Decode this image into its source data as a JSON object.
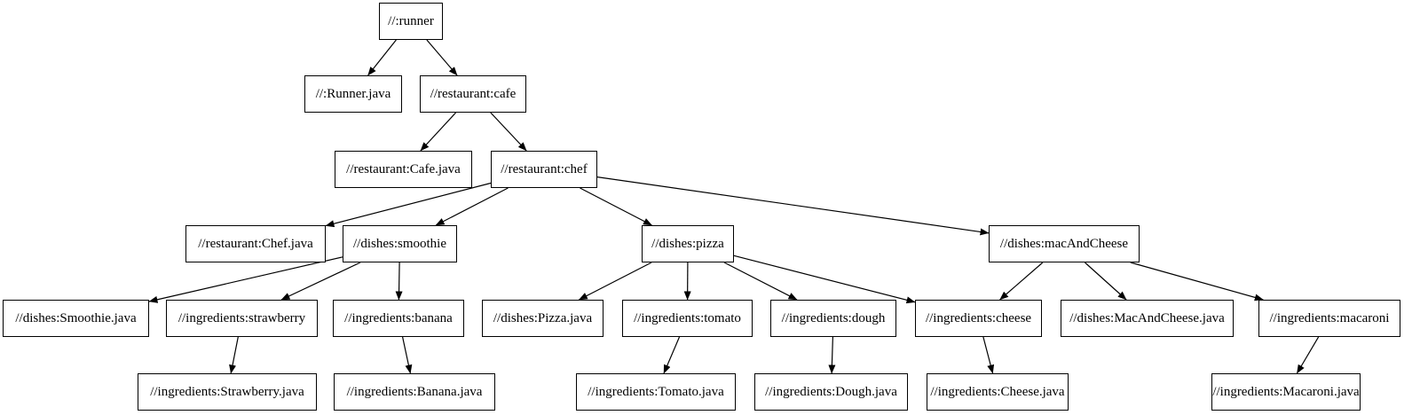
{
  "diagram": {
    "type": "digraph",
    "background_color": "#ffffff",
    "node_fill_color": "#ffffff",
    "node_border_color": "#000000",
    "edge_color": "#000000",
    "nodes": [
      {
        "id": "runner",
        "label": "//:runner"
      },
      {
        "id": "runner_java",
        "label": "//:Runner.java"
      },
      {
        "id": "cafe",
        "label": "//restaurant:cafe"
      },
      {
        "id": "cafe_java",
        "label": "//restaurant:Cafe.java"
      },
      {
        "id": "chef",
        "label": "//restaurant:chef"
      },
      {
        "id": "chef_java",
        "label": "//restaurant:Chef.java"
      },
      {
        "id": "smoothie",
        "label": "//dishes:smoothie"
      },
      {
        "id": "pizza",
        "label": "//dishes:pizza"
      },
      {
        "id": "mac_and_cheese",
        "label": "//dishes:macAndCheese"
      },
      {
        "id": "smoothie_java",
        "label": "//dishes:Smoothie.java"
      },
      {
        "id": "strawberry",
        "label": "//ingredients:strawberry"
      },
      {
        "id": "banana",
        "label": "//ingredients:banana"
      },
      {
        "id": "pizza_java",
        "label": "//dishes:Pizza.java"
      },
      {
        "id": "tomato",
        "label": "//ingredients:tomato"
      },
      {
        "id": "dough",
        "label": "//ingredients:dough"
      },
      {
        "id": "cheese",
        "label": "//ingredients:cheese"
      },
      {
        "id": "mac_and_cheese_java",
        "label": "//dishes:MacAndCheese.java"
      },
      {
        "id": "macaroni",
        "label": "//ingredients:macaroni"
      },
      {
        "id": "strawberry_java",
        "label": "//ingredients:Strawberry.java"
      },
      {
        "id": "banana_java",
        "label": "//ingredients:Banana.java"
      },
      {
        "id": "tomato_java",
        "label": "//ingredients:Tomato.java"
      },
      {
        "id": "dough_java",
        "label": "//ingredients:Dough.java"
      },
      {
        "id": "cheese_java",
        "label": "//ingredients:Cheese.java"
      },
      {
        "id": "macaroni_java",
        "label": "//ingredients:Macaroni.java"
      }
    ],
    "edges": [
      {
        "from": "runner",
        "to": "runner_java"
      },
      {
        "from": "runner",
        "to": "cafe"
      },
      {
        "from": "cafe",
        "to": "cafe_java"
      },
      {
        "from": "cafe",
        "to": "chef"
      },
      {
        "from": "chef",
        "to": "chef_java"
      },
      {
        "from": "chef",
        "to": "smoothie"
      },
      {
        "from": "chef",
        "to": "pizza"
      },
      {
        "from": "chef",
        "to": "mac_and_cheese"
      },
      {
        "from": "smoothie",
        "to": "smoothie_java"
      },
      {
        "from": "smoothie",
        "to": "strawberry"
      },
      {
        "from": "smoothie",
        "to": "banana"
      },
      {
        "from": "strawberry",
        "to": "strawberry_java"
      },
      {
        "from": "banana",
        "to": "banana_java"
      },
      {
        "from": "pizza",
        "to": "pizza_java"
      },
      {
        "from": "pizza",
        "to": "tomato"
      },
      {
        "from": "pizza",
        "to": "dough"
      },
      {
        "from": "pizza",
        "to": "cheese"
      },
      {
        "from": "tomato",
        "to": "tomato_java"
      },
      {
        "from": "dough",
        "to": "dough_java"
      },
      {
        "from": "cheese",
        "to": "cheese_java"
      },
      {
        "from": "mac_and_cheese",
        "to": "cheese"
      },
      {
        "from": "mac_and_cheese",
        "to": "mac_and_cheese_java"
      },
      {
        "from": "mac_and_cheese",
        "to": "macaroni"
      },
      {
        "from": "macaroni",
        "to": "macaroni_java"
      }
    ]
  }
}
